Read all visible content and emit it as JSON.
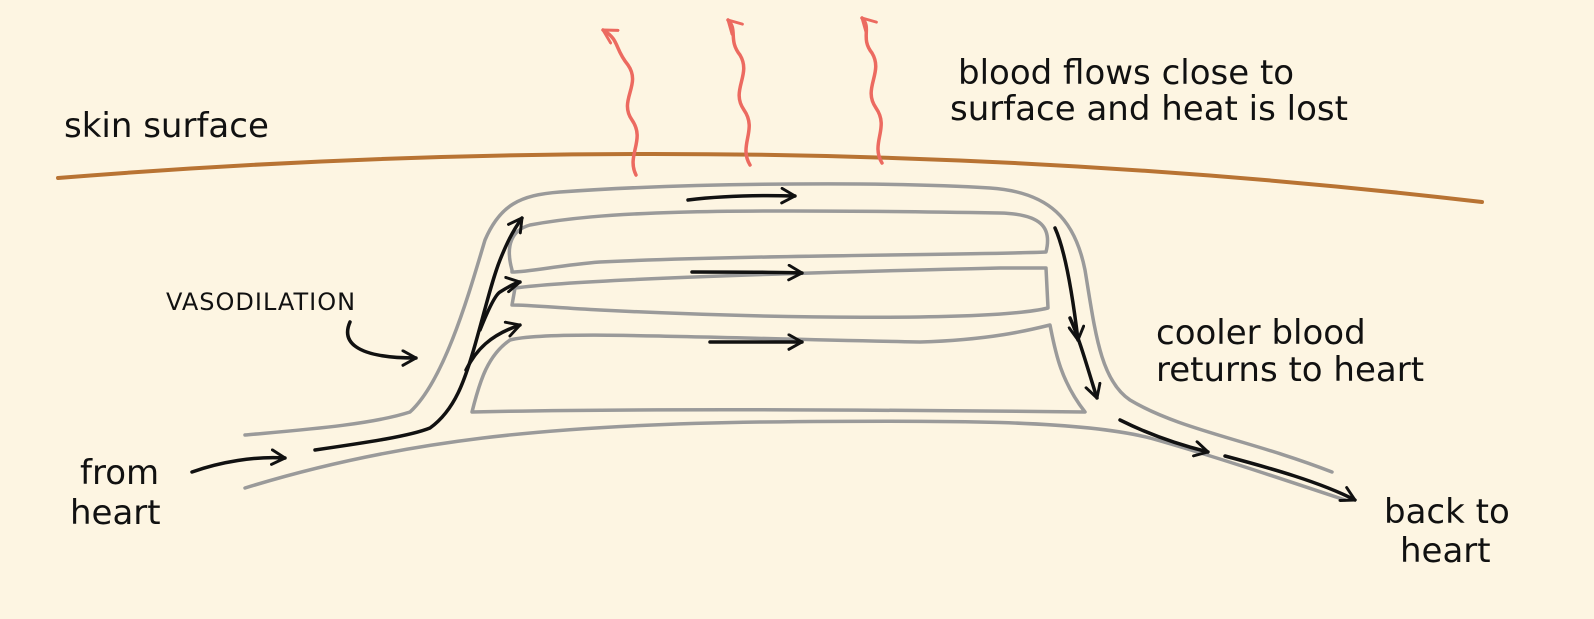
{
  "labels": {
    "skin_surface": "skin surface",
    "heat_loss_line1": "blood flows close to",
    "heat_loss_line2": "surface and heat is lost",
    "vasodilation": "VASODILATION",
    "cooler_line1": "cooler blood",
    "cooler_line2": "returns to heart",
    "from_line1": "from",
    "from_line2": "heart",
    "back_line1": "back to",
    "back_line2": "heart"
  },
  "colors": {
    "background": "#fdf5e2",
    "skin_line": "#b87333",
    "vessel": "#9a9a9a",
    "flow_arrow": "#111111",
    "heat_wave": "#ec6a60"
  }
}
